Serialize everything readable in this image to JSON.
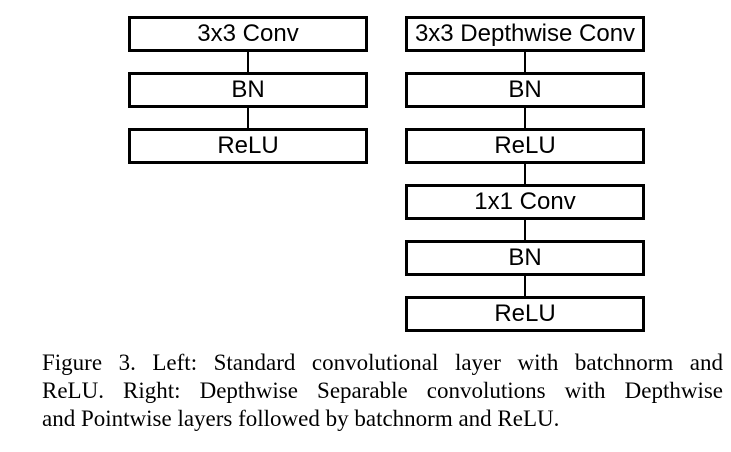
{
  "diagram": {
    "left_column": {
      "boxes": [
        "3x3 Conv",
        "BN",
        "ReLU"
      ]
    },
    "right_column": {
      "boxes": [
        "3x3 Depthwise Conv",
        "BN",
        "ReLU",
        "1x1 Conv",
        "BN",
        "ReLU"
      ]
    }
  },
  "caption": {
    "lines": [
      "Figure 3. Left: Standard convolutional layer with batchnorm and",
      "ReLU. Right: Depthwise Separable convolutions with Depthwise",
      "and Pointwise layers followed by batchnorm and ReLU."
    ]
  },
  "colors": {
    "background": "#ffffff",
    "ink": "#000000"
  }
}
